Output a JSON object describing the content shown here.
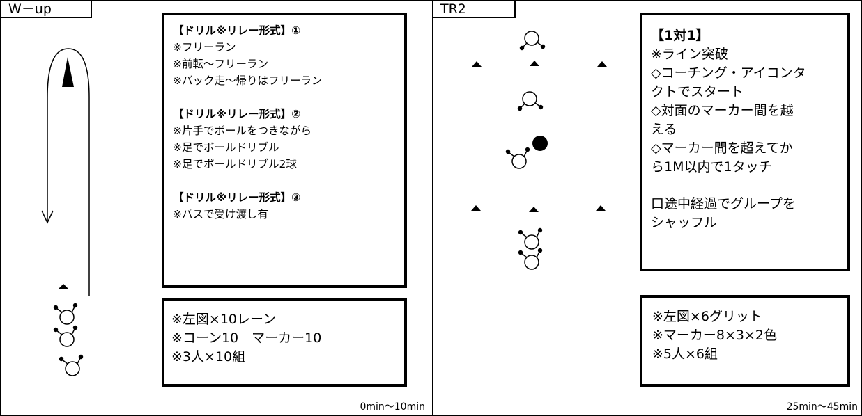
{
  "left": {
    "tab": "W－up",
    "drill": {
      "h1": "【ドリル※リレー形式】①",
      "l1": [
        "※フリーラン",
        "※前転～フリーラン",
        "※バック走～帰りはフリーラン"
      ],
      "h2": "【ドリル※リレー形式】②",
      "l2": [
        "※片手でボールをつきながら",
        "※足でボールドリブル",
        "※足でボールドリブル2球"
      ],
      "h3": "【ドリル※リレー形式】③",
      "l3": [
        "※パスで受け渡し有"
      ]
    },
    "setup": [
      "※左図×10レーン",
      "※コーン10　マーカー10",
      "※3人×10組"
    ],
    "time": "0min～10min"
  },
  "right": {
    "tab": "TR2",
    "drill": {
      "h1": "【1対1】",
      "lines": [
        "※ライン突破",
        "◇コーチング・アイコンタ",
        "クトでスタート",
        "◇対面のマーカー間を越",
        "える",
        "◇マーカー間を超えてか",
        "ら1M以内で1タッチ"
      ],
      "lines2": [
        "口途中経過でグループを",
        "シャッフル"
      ]
    },
    "setup": [
      "※左図×6グリット",
      "※マーカー8×3×2色",
      "※5人×6組"
    ],
    "time": "25min～45min"
  }
}
